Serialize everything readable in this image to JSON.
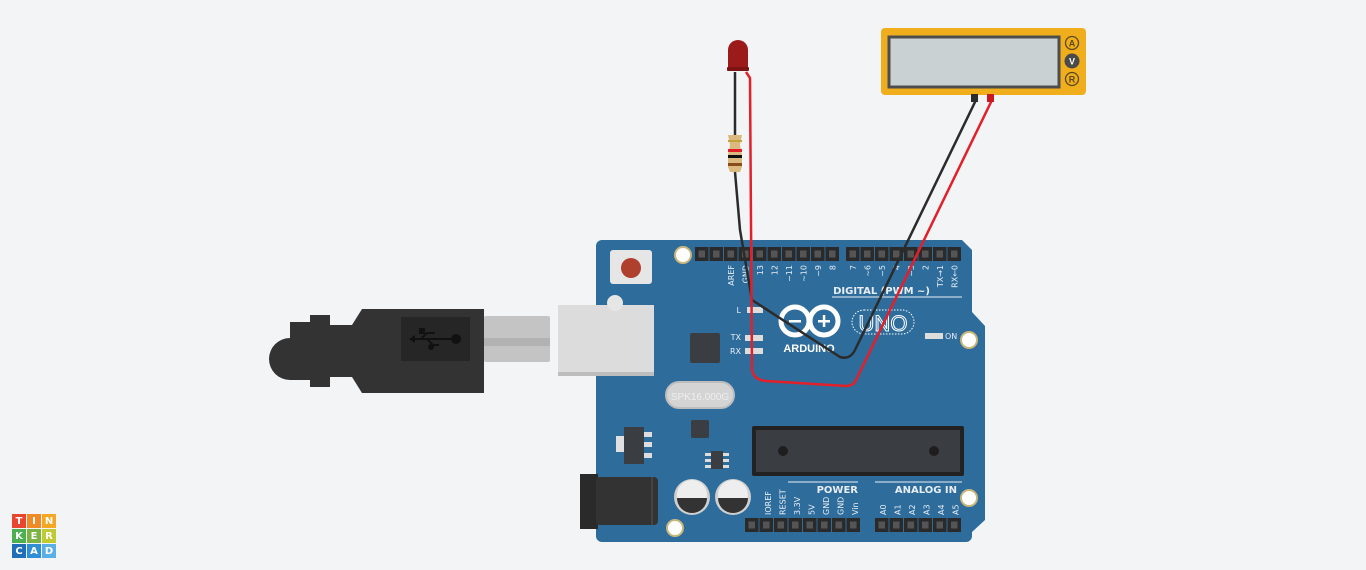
{
  "board": {
    "brand": "ARDUINO",
    "model": "UNO",
    "digital_label": "DIGITAL (PWM ~)",
    "power_label": "POWER",
    "analog_label": "ANALOG IN",
    "on_label": "ON",
    "led_labels": [
      "L",
      "TX",
      "RX"
    ],
    "crystal_label": "SPK16.000G",
    "digital_pins": [
      "AREF",
      "GND",
      "13",
      "12",
      "~11",
      "~10",
      "~9",
      "8",
      "7",
      "~6",
      "~5",
      "4",
      "~3",
      "2",
      "TX→1",
      "RX←0"
    ],
    "power_pins": [
      "IOREF",
      "RESET",
      "3.3V",
      "5V",
      "GND",
      "GND",
      "Vin"
    ],
    "analog_pins": [
      "A0",
      "A1",
      "A2",
      "A3",
      "A4",
      "A5"
    ]
  },
  "multimeter": {
    "modes": [
      "A",
      "V",
      "R"
    ],
    "selected_mode": "V",
    "display": ""
  },
  "logo": {
    "letters": [
      "T",
      "I",
      "N",
      "K",
      "E",
      "R",
      "C",
      "A",
      "D"
    ]
  },
  "colors": {
    "board": "#2e6c9c",
    "wire_red": "#e3202a",
    "wire_black": "#2b2b2b",
    "multimeter": "#f0ad1c",
    "led": "#9b1b1b"
  }
}
